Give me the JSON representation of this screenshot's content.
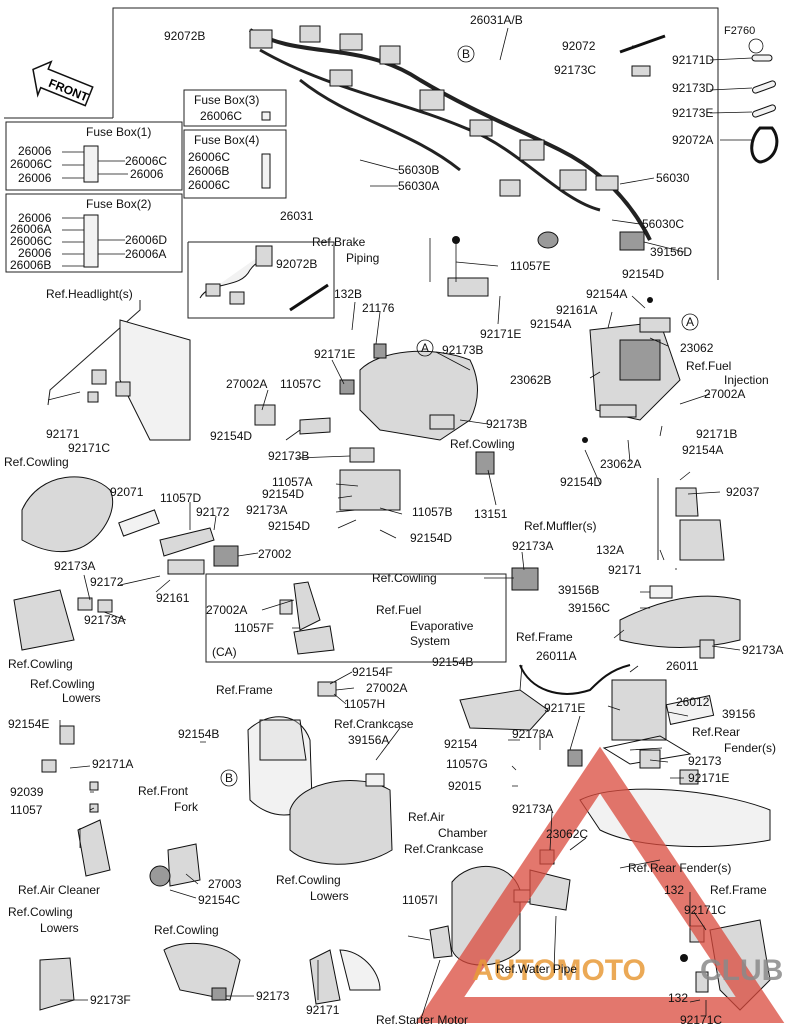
{
  "front_arrow": "FRONT",
  "fuse_boxes": {
    "box1_title": "Fuse Box(1)",
    "box2_title": "Fuse Box(2)",
    "box3_title": "Fuse Box(3)",
    "box4_title": "Fuse Box(4)",
    "box1_left": [
      "26006",
      "26006C",
      "26006"
    ],
    "box1_right": [
      "26006C",
      "26006"
    ],
    "box2_left": [
      "26006",
      "26006A",
      "26006C",
      "26006",
      "26006B"
    ],
    "box2_right": [
      "26006D",
      "26006A"
    ],
    "box3_item": "26006C",
    "box4_left": [
      "26006C",
      "26006B",
      "26006C"
    ]
  },
  "refs": {
    "headlight": "Ref.Headlight(s)",
    "cowling_1": "Ref.Cowling",
    "cowling_2": "Ref.Cowling",
    "cowling_3": "Ref.Cowling",
    "cowling_4": "Ref.Cowling",
    "cowling_5": "Ref.Cowling",
    "cowling_lowers_1a": "Ref.Cowling",
    "cowling_lowers_1b": "Lowers",
    "cowling_lowers_2a": "Ref.Cowling",
    "cowling_lowers_2b": "Lowers",
    "cowling_lowers_3a": "Ref.Cowling",
    "cowling_lowers_3b": "Lowers",
    "brake_a": "Ref.Brake",
    "brake_b": "Piping",
    "fuel_inj_a": "Ref.Fuel",
    "fuel_inj_b": "Injection",
    "muffler": "Ref.Muffler(s)",
    "fuel_evap_a": "Ref.Fuel",
    "fuel_evap_b": "Evaporative",
    "fuel_evap_c": "System",
    "ca": "(CA)",
    "frame_1": "Ref.Frame",
    "frame_2": "Ref.Frame",
    "frame_3": "Ref.Frame",
    "crankcase_1": "Ref.Crankcase",
    "crankcase_2": "Ref.Crankcase",
    "rear_fender_1a": "Ref.Rear",
    "rear_fender_1b": "Fender(s)",
    "rear_fender_2": "Ref.Rear Fender(s)",
    "front_fork_a": "Ref.Front",
    "front_fork_b": "Fork",
    "air_chamber_a": "Ref.Air",
    "air_chamber_b": "Chamber",
    "air_cleaner": "Ref.Air Cleaner",
    "water_pipe": "Ref.Water Pipe",
    "starter_motor": "Ref.Starter Motor"
  },
  "parts": {
    "p26031AB": "26031A/B",
    "p92072B_1": "92072B",
    "p92072B_2": "92072B",
    "p92072": "92072",
    "p92072A": "92072A",
    "pF2760": "F2760",
    "p92171D": "92171D",
    "p92173C": "92173C",
    "p92173D": "92173D",
    "p92173E": "92173E",
    "p56030B": "56030B",
    "p56030A": "56030A",
    "p56030": "56030",
    "p56030C": "56030C",
    "p39156D": "39156D",
    "p26031": "26031",
    "p11057E": "11057E",
    "p92171E_1": "92171E",
    "p92154D_1": "92154D",
    "p92154A_1": "92154A",
    "p92161A": "92161A",
    "p92154A_2": "92154A",
    "p23062": "23062",
    "p23062B": "23062B",
    "p27002A_1": "27002A",
    "p92171B": "92171B",
    "p92154A_3": "92154A",
    "p23062A": "23062A",
    "p92154D_2": "92154D",
    "p132B": "132B",
    "p21176": "21176",
    "p92171E_2": "92171E",
    "p92173B_1": "92173B",
    "p27002A_2": "27002A",
    "p11057C": "11057C",
    "p92154D_3": "92154D",
    "p92173B_2": "92173B",
    "p92173B_3": "92173B",
    "p92171": "92171",
    "p92171C_1": "92171C",
    "p11057A": "11057A",
    "p92154D_4": "92154D",
    "p92173A_1": "92173A",
    "p92154D_5": "92154D",
    "p11057B": "11057B",
    "p92154D_6": "92154D",
    "p13151": "13151",
    "p92037": "92037",
    "p92071": "92071",
    "p11057D": "11057D",
    "p92172_1": "92172",
    "p27002": "27002",
    "p92173A_2": "92173A",
    "p92172_2": "92172",
    "p92161": "92161",
    "p92173A_3": "92173A",
    "p92173A_4": "92173A",
    "p132A": "132A",
    "p92171_2": "92171",
    "p39156B": "39156B",
    "p39156C": "39156C",
    "p27002A_3": "27002A",
    "p11057F": "11057F",
    "p92173A_5": "92173A",
    "p92154B_1": "92154B",
    "p26011A": "26011A",
    "p26011": "26011",
    "p92154F": "92154F",
    "p27002A_4": "27002A",
    "p11057H": "11057H",
    "p26012": "26012",
    "p92171E_3": "92171E",
    "p39156": "39156",
    "p39156A": "39156A",
    "p92154E": "92154E",
    "p92171A": "92171A",
    "p92154B_2": "92154B",
    "p92154": "92154",
    "p92173A_6": "92173A",
    "p11057G": "11057G",
    "p92015": "92015",
    "p92173": "92173",
    "p92171E_4": "92171E",
    "p92039": "92039",
    "p11057": "11057",
    "p92173A_7": "92173A",
    "p23062C": "23062C",
    "p27003": "27003",
    "p92154C": "92154C",
    "p132_1": "132",
    "p92171C_2": "92171C",
    "p11057I": "11057I",
    "p92173F": "92173F",
    "p92173_2": "92173",
    "p92171_3": "92171",
    "p132_2": "132",
    "p92171C_3": "92171C"
  },
  "circle_a": "A",
  "circle_b": "B",
  "watermark": {
    "left": "AUTOMOTO",
    "right": "CLUB"
  },
  "colors": {
    "watermark_red": "#d94a3c",
    "watermark_orange": "#e89a38",
    "watermark_gray": "#8a8a8a"
  }
}
